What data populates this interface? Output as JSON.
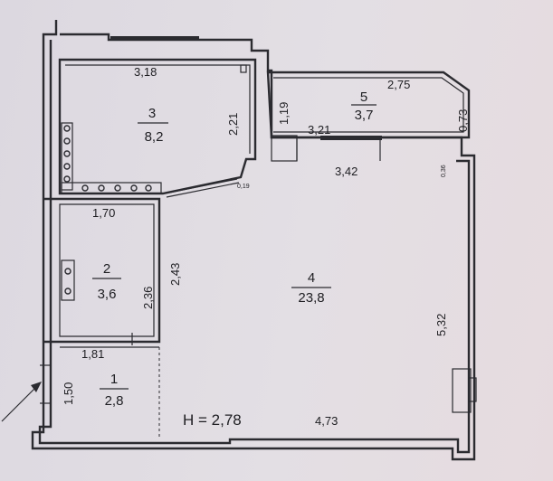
{
  "rooms": [
    {
      "id": "1",
      "number": "1",
      "area": "2,8"
    },
    {
      "id": "2",
      "number": "2",
      "area": "3,6"
    },
    {
      "id": "3",
      "number": "3",
      "area": "8,2"
    },
    {
      "id": "4",
      "number": "4",
      "area": "23,8"
    },
    {
      "id": "5",
      "number": "5",
      "area": "3,7"
    }
  ],
  "dimensions": {
    "d318": "3,18",
    "d221": "2,21",
    "d119": "1,19",
    "d275": "2,75",
    "d073": "0,73",
    "d321": "3,21",
    "d342": "3,42",
    "d036": "0,36",
    "d019": "0,19",
    "d170": "1,70",
    "d243": "2,43",
    "d236": "2,36",
    "d532": "5,32",
    "d181": "1,81",
    "d150": "1,50",
    "d473": "4,73"
  },
  "ceiling_height": "H = 2,78",
  "colors": {
    "line": "#2b2b30",
    "paper": "#dcd8e0"
  }
}
